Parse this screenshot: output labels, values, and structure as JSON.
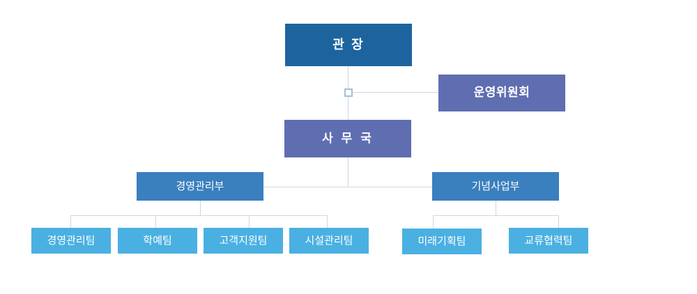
{
  "org_chart": {
    "director": "관 장",
    "committee": "운영위원회",
    "secretariat": "사 무 국",
    "departments": [
      {
        "name": "경영관리부",
        "teams": [
          "경영관리팀",
          "학예팀",
          "고객지원팀",
          "시설관리팀"
        ]
      },
      {
        "name": "기념사업부",
        "teams": [
          "미래기획팀",
          "교류협력팀"
        ]
      }
    ]
  },
  "colors": {
    "director": "#1d649f",
    "committee_secretariat": "#5f6eb1",
    "department": "#3a7fbe",
    "team": "#4ab0e2",
    "connector": "#cfd6df"
  }
}
